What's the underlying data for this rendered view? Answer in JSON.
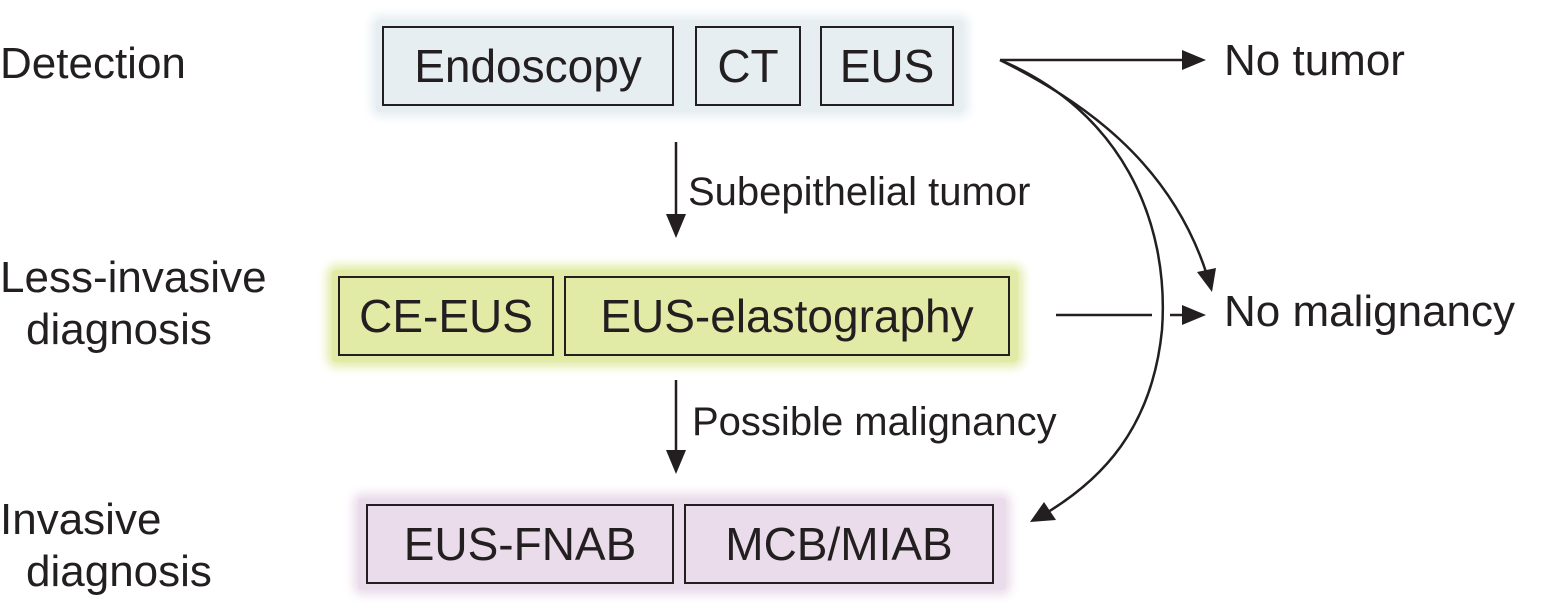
{
  "stages": {
    "detection": "Detection",
    "less_invasive": [
      "Less-invasive",
      "diagnosis"
    ],
    "invasive": [
      "Invasive",
      "diagnosis"
    ]
  },
  "detection_methods": [
    "Endoscopy",
    "CT",
    "EUS"
  ],
  "less_invasive_methods": [
    "CE-EUS",
    "EUS-elastography"
  ],
  "invasive_methods": [
    "EUS-FNAB",
    "MCB/MIAB"
  ],
  "edge_labels": {
    "subepithelial": "Subepithelial tumor",
    "possible_malignancy": "Possible malignancy"
  },
  "outcomes": {
    "no_tumor": "No tumor",
    "no_malignancy": "No malignancy"
  },
  "colors": {
    "detection_group": "#e6eef2",
    "less_invasive_group": "#e2eba6",
    "invasive_group": "#eadcea",
    "line": "#231f20"
  }
}
